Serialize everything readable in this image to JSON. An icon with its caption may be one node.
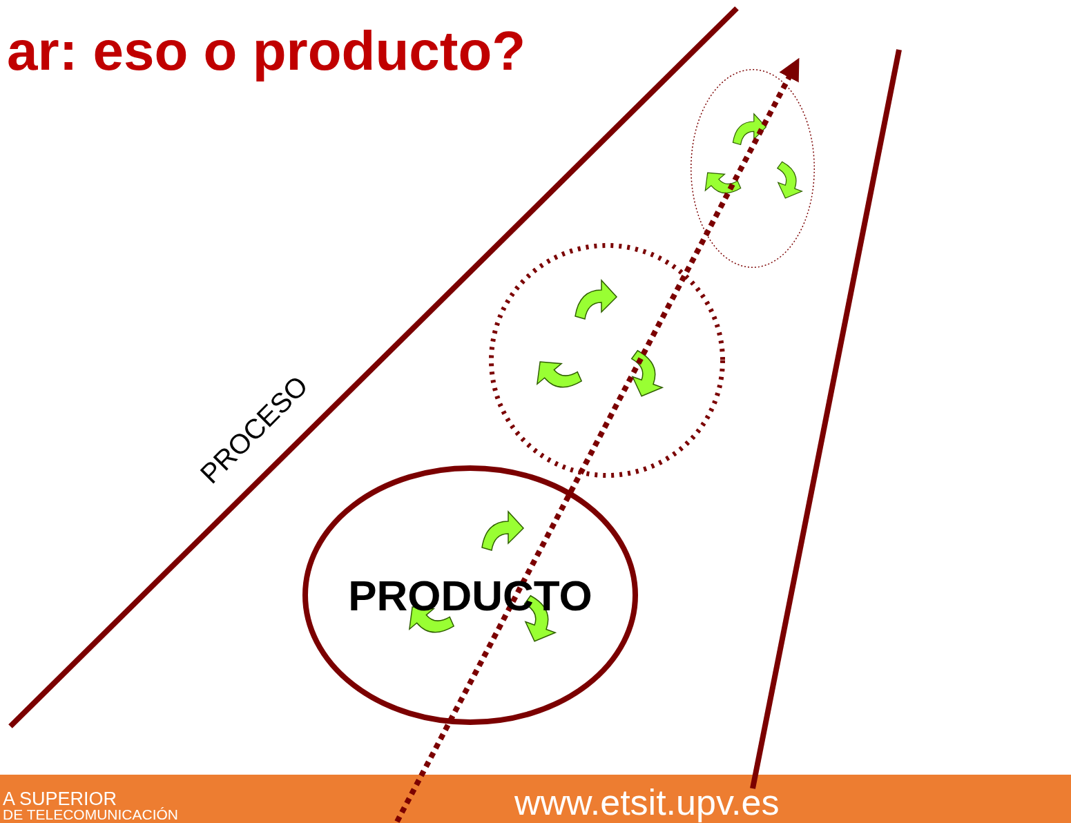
{
  "diagram": {
    "title": "ar: eso o producto?",
    "nodes": [
      {
        "text": [
          "PRODUCTO"
        ]
      },
      {
        "text": [],
        "shape": "ellipse"
      },
      {
        "text": [],
        "shape": "ellipse"
      }
    ],
    "labels": [
      "PROCESO",
      "A SUPERIOR",
      "DE TELECOMUNICACIÓN",
      "www.etsit.upv.es"
    ]
  }
}
